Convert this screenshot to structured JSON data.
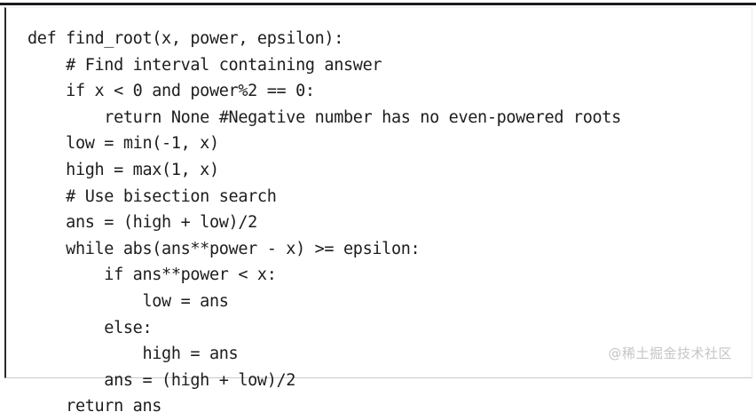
{
  "figure": {
    "kind": "code-snippet",
    "language": "python",
    "background_color": "#ffffff",
    "text_color": "#1d1d1f",
    "top_rule_color": "#1a1a1e",
    "left_border_color": "#2a2a2e",
    "bottom_border_color": "#c9c9cd"
  },
  "code": {
    "lines": [
      "def find_root(x, power, epsilon):",
      "    # Find interval containing answer",
      "    if x < 0 and power%2 == 0:",
      "        return None #Negative number has no even-powered roots",
      "    low = min(-1, x)",
      "    high = max(1, x)",
      "    # Use bisection search",
      "    ans = (high + low)/2",
      "    while abs(ans**power - x) >= epsilon:",
      "        if ans**power < x:",
      "            low = ans",
      "        else:",
      "            high = ans",
      "        ans = (high + low)/2",
      "    return ans"
    ]
  },
  "watermark": {
    "text": "@稀土掘金技术社区",
    "color": "#c5c5c8"
  }
}
